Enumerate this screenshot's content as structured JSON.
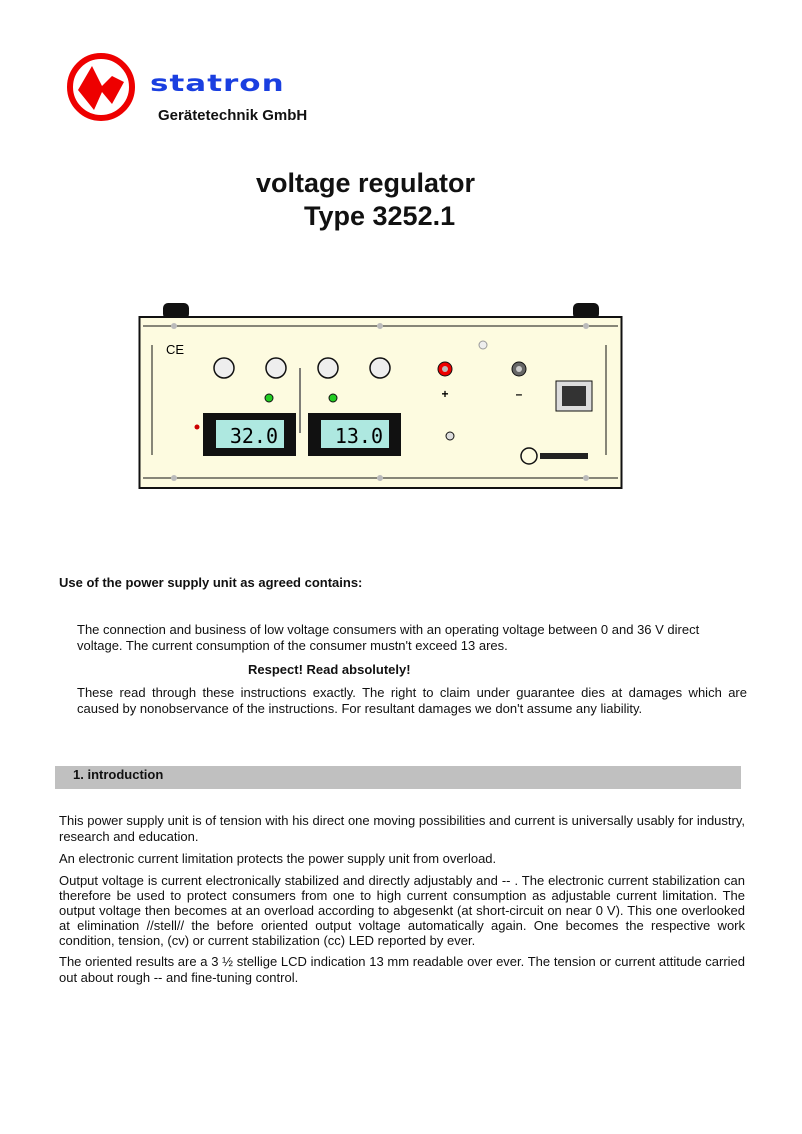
{
  "header": {
    "brand": "statron",
    "company": "Gerätetechnik GmbH"
  },
  "title": {
    "line1": "voltage regulator",
    "line2": "Type 3252.1"
  },
  "device": {
    "display_voltage": "32.0",
    "display_current": "13.0"
  },
  "use": {
    "heading": "Use of the power supply unit as agreed contains:",
    "paragraph": "The connection and business of low voltage consumers with an operating voltage between 0 and 36 V direct voltage. The current consumption of the consumer mustn't exceed 13 ares.",
    "respect": "Respect! Read absolutely!",
    "warning": "These read through these instructions exactly. The right to claim under guarantee dies at damages which are caused by nonobservance of the instructions. For resultant damages we don't assume any liability."
  },
  "section1": {
    "heading": "1. introduction",
    "paragraphs": [
      "This power supply unit is of tension with his direct one moving possibilities and current is universally usably for industry, research and education.",
      "An electronic current limitation protects the power supply unit from overload.",
      "Output voltage is current electronically stabilized and directly adjustably and -- . The electronic current stabilization can therefore be used to protect consumers from one to high current consumption as adjustable current limitation. The output voltage then becomes at an overload according to abgesenkt (at short-circuit on near 0 V). This one overlooked at elimination //stell// the before oriented output voltage automatically again. One becomes the respective work condition, tension, (cv) or current stabilization (cc) LED reported by ever.",
      "The oriented results are a 3 ½ stellige LCD indication 13 mm readable over ever. The tension or current attitude carried out about rough -- and fine-tuning control."
    ]
  }
}
